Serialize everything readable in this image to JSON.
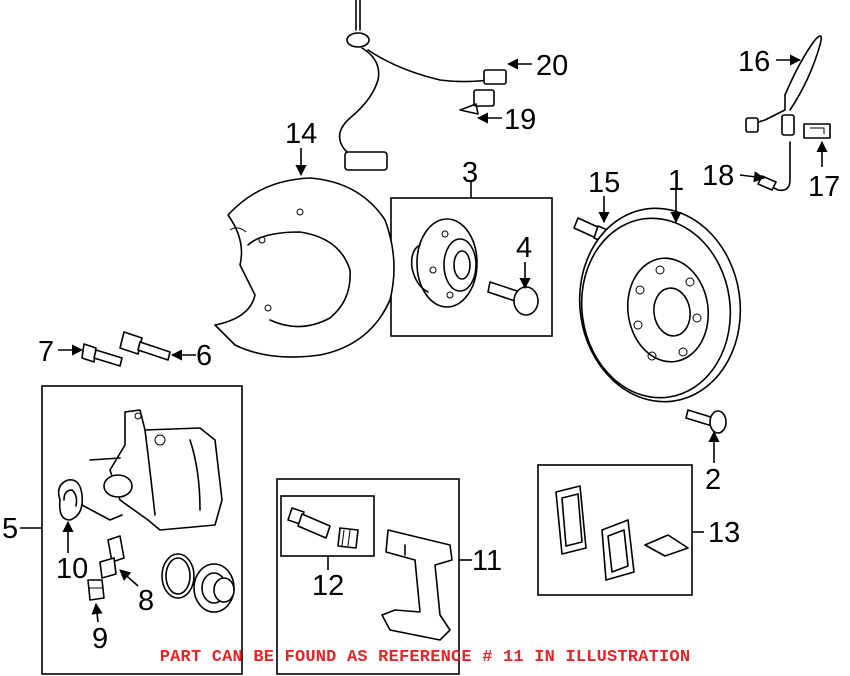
{
  "callouts": {
    "c1": "1",
    "c2": "2",
    "c3": "3",
    "c4": "4",
    "c5": "5",
    "c6": "6",
    "c7": "7",
    "c8": "8",
    "c9": "9",
    "c10": "10",
    "c11": "11",
    "c12": "12",
    "c13": "13",
    "c14": "14",
    "c15": "15",
    "c16": "16",
    "c17": "17",
    "c18": "18",
    "c19": "19",
    "c20": "20"
  },
  "notice": "PART CAN BE FOUND AS REFERENCE # 11 IN ILLUSTRATION",
  "colors": {
    "notice": "#e3262a",
    "line": "#000000",
    "background": "#ffffff"
  }
}
